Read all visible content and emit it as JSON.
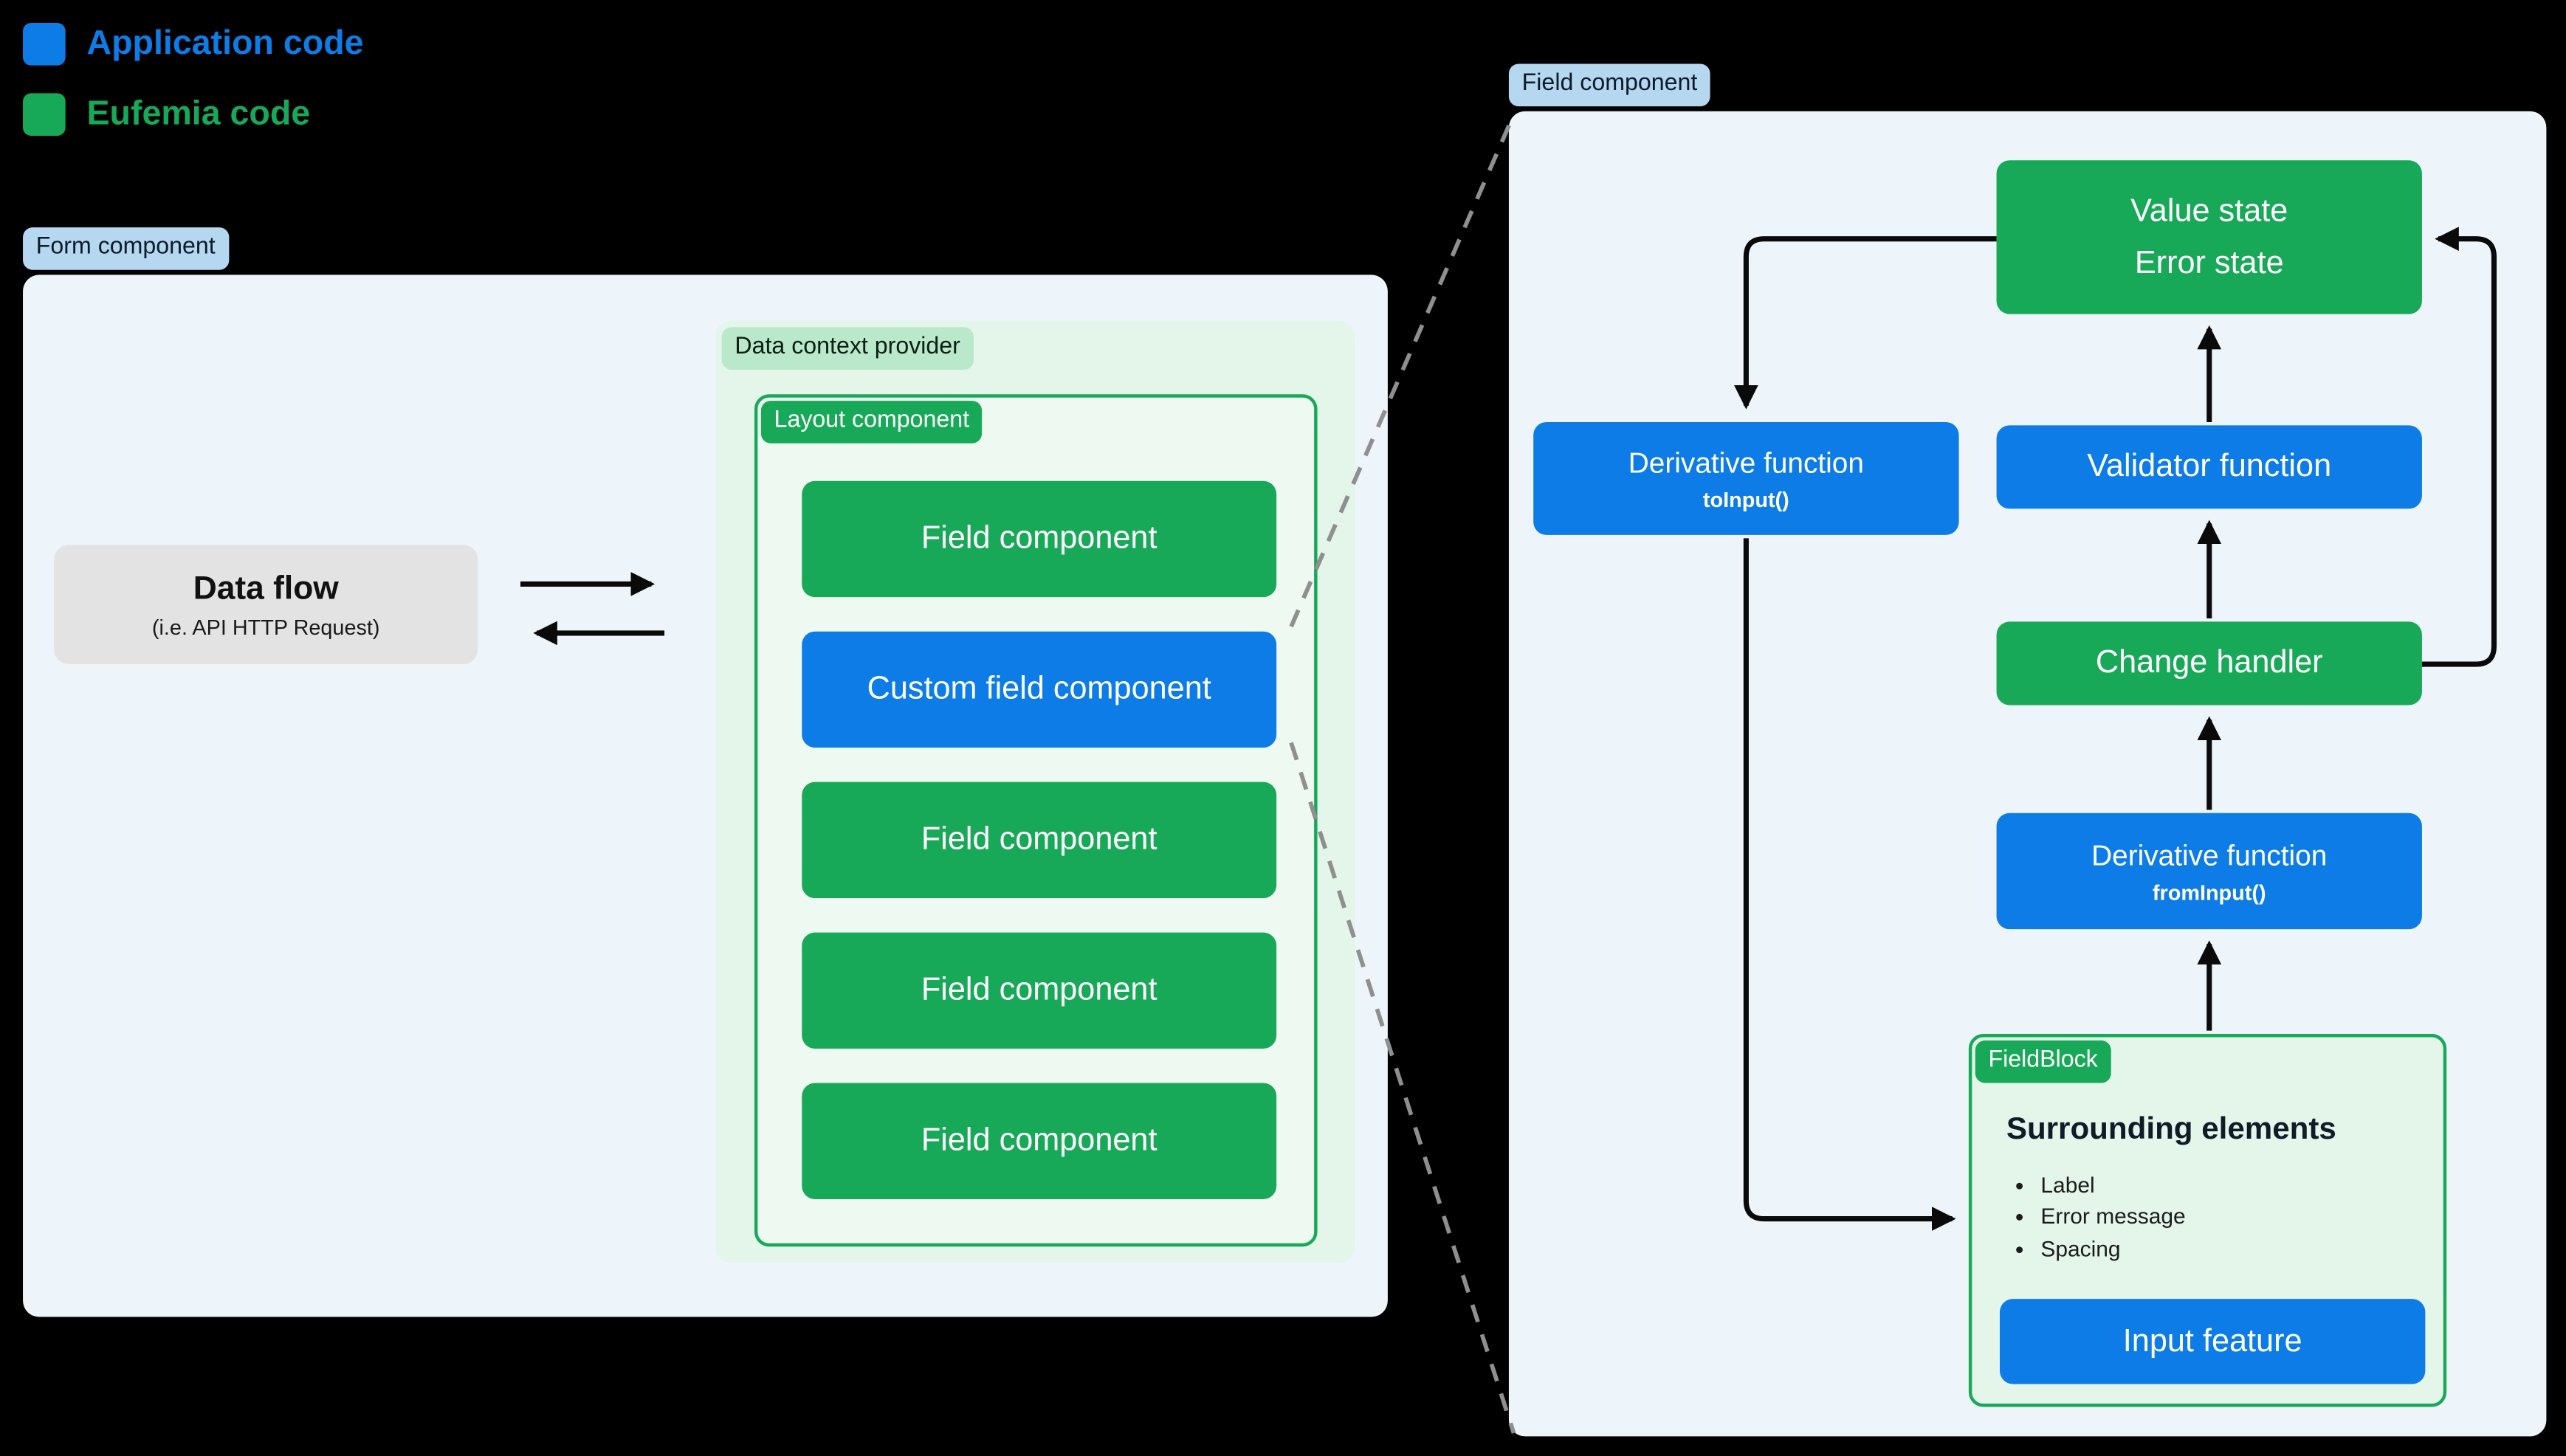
{
  "colors": {
    "application_blue": "#0d7ce6",
    "eufemia_green": "#18a958",
    "panel_light_blue": "#edf5fa",
    "panel_light_green": "#e4f5ea",
    "badge_light_blue": "#b5d7f0",
    "badge_light_green": "#b9e8ca",
    "data_flow_gray": "#e3e3e4",
    "arrow_black": "#0a0a0a",
    "dashed_gray": "#8f8f8f",
    "background": "#000000"
  },
  "legend": {
    "items": [
      {
        "label": "Application code",
        "color": "#0d7ce6"
      },
      {
        "label": "Eufemia code",
        "color": "#18a958"
      }
    ]
  },
  "form_panel": {
    "badge": "Form component",
    "data_flow": {
      "title": "Data flow",
      "subtitle": "(i.e. API HTTP Request)"
    },
    "data_context": {
      "badge": "Data context provider",
      "layout": {
        "badge": "Layout component",
        "fields": [
          {
            "label": "Field component",
            "type": "green"
          },
          {
            "label": "Custom field component",
            "type": "blue"
          },
          {
            "label": "Field component",
            "type": "green"
          },
          {
            "label": "Field component",
            "type": "green"
          },
          {
            "label": "Field component",
            "type": "green"
          }
        ]
      }
    }
  },
  "field_panel": {
    "badge": "Field component",
    "boxes": {
      "value_state": {
        "lines": [
          "Value state",
          "Error state"
        ]
      },
      "derivative_to": {
        "title": "Derivative function",
        "subtitle": "toInput()"
      },
      "validator": {
        "label": "Validator function"
      },
      "change_handler": {
        "label": "Change handler"
      },
      "derivative_from": {
        "title": "Derivative function",
        "subtitle": "fromInput()"
      },
      "fieldblock": {
        "badge": "FieldBlock",
        "heading": "Surrounding elements",
        "bullets": [
          "Label",
          "Error message",
          "Spacing"
        ],
        "input_feature": "Input feature"
      }
    }
  }
}
